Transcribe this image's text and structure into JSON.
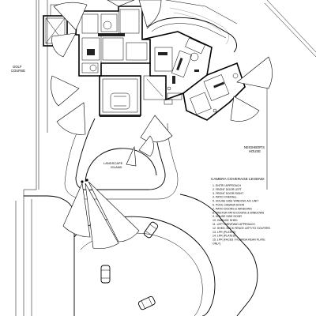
{
  "labels": {
    "golf_course": [
      "GOLF",
      "COURSE"
    ],
    "neighbor": [
      "NEIGHBOR'S",
      "HOUSE"
    ],
    "landscape": [
      "LANDSCAPE",
      "ISLAND"
    ]
  },
  "legend": {
    "title": "CAMERA COVERAGE LEGEND:",
    "items": [
      "1.  ENTRY APPROACH",
      "2.  FRONT DOOR LEFT",
      "3.  FRONT DOOR RIGHT",
      "4.  PATIO OVERALL",
      "5.  HOUSE SIDE WINDOW, A/C UNIT",
      "6.  POOL CABANA DOOR",
      "7.  PATIO DOORS & WINDOWS",
      "8.  MASTER PATIO DOORS & WINDOWS",
      "9.  HOUSE SIDE DOOR",
      "10. GARAGE SHED",
      "11. LEFT DRIVEWAY APPROACH",
      "12. SHED, BACK FENCE LEFT/TO GOLFERS",
      "13. LPR (PLATES)",
      "14. LPR (PLATES)",
      "15. LPR (FACES / FLORIDA REAR PLATE",
      "      ONLY)"
    ]
  },
  "colors": {
    "ink": "#000000",
    "paper": "#ffffff",
    "grey_ink": "#9a9a9a"
  }
}
